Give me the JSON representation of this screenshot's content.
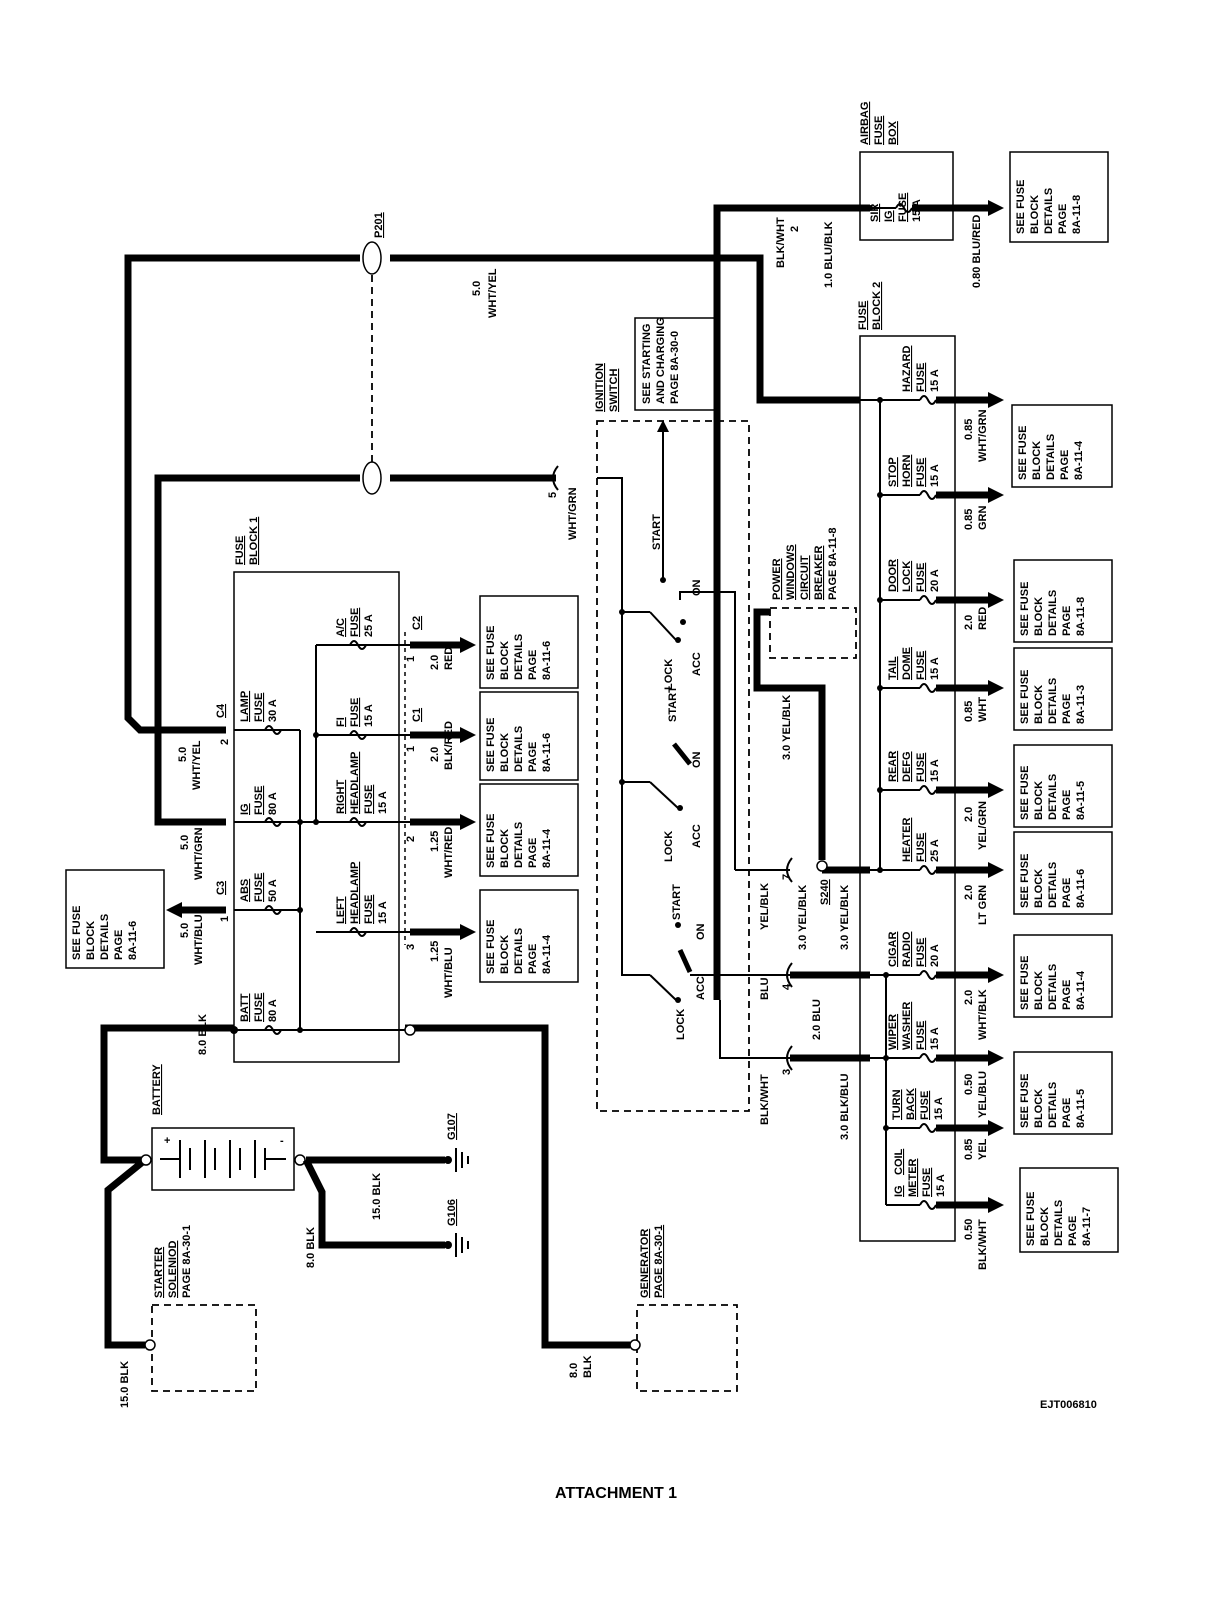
{
  "caption": "ATTACHMENT 1",
  "code": "EJT006810",
  "see_fuse": [
    "SEE FUSE",
    "BLOCK",
    "DETAILS",
    "PAGE"
  ],
  "ref_pages": {
    "c3": "8A-11-6",
    "c2": "8A-11-6",
    "c1": "8A-11-6",
    "hl_r": "8A-11-4",
    "c_blu": "8A-11-4",
    "airbag": "8A-11-8",
    "hazard": "8A-11-4",
    "door": "8A-11-8",
    "tail": "8A-11-3",
    "rear": "8A-11-5",
    "heater": "8A-11-6",
    "cigar": "8A-11-4",
    "wiper": "8A-11-5",
    "ig": "8A-11-7"
  },
  "components": {
    "battery": "BATTERY",
    "starter": [
      "STARTER",
      "SOLENIOD",
      "PAGE 8A-30-1"
    ],
    "generator": [
      "GENERATOR",
      "PAGE 8A-30-1"
    ],
    "g107": "G107",
    "g106": "G106",
    "p201": "P201",
    "s240": "S240",
    "fuse_block_1": [
      "FUSE",
      "BLOCK 1"
    ],
    "fuse_block_2": [
      "FUSE",
      "BLOCK 2"
    ],
    "airbag_box": [
      "AIRBAG",
      "FUSE",
      "BOX"
    ],
    "ignition": [
      "IGNITION",
      "SWITCH"
    ],
    "see_starting": [
      "SEE STARTING",
      "AND CHARGING",
      "PAGE 8A-30-0"
    ],
    "power_windows": [
      "POWER",
      "WINDOWS",
      "CIRCUIT",
      "BREAKER",
      "PAGE 8A-11-8"
    ]
  },
  "switch_labels": {
    "lock": "LOCK",
    "acc": "ACC",
    "on": "ON",
    "start": "START"
  },
  "fuses_block1": [
    {
      "name": [
        "BATT",
        "FUSE"
      ],
      "rating": "80 A"
    },
    {
      "name": [
        "ABS",
        "FUSE"
      ],
      "rating": "50 A"
    },
    {
      "name": [
        "IG",
        "FUSE"
      ],
      "rating": "80 A"
    },
    {
      "name": [
        "LAMP",
        "FUSE"
      ],
      "rating": "30 A"
    },
    {
      "name": [
        "LEFT",
        "HEADLAMP",
        "FUSE"
      ],
      "rating": "15 A"
    },
    {
      "name": [
        "RIGHT",
        "HEADLAMP",
        "FUSE"
      ],
      "rating": "15 A"
    },
    {
      "name": [
        "FI",
        "FUSE"
      ],
      "rating": "15 A"
    },
    {
      "name": [
        "A/C",
        "FUSE"
      ],
      "rating": "25 A"
    }
  ],
  "fuses_block2": [
    {
      "name": [
        "HAZARD",
        "FUSE"
      ],
      "rating": "15 A"
    },
    {
      "name": [
        "STOP",
        "HORN",
        "FUSE"
      ],
      "rating": "15 A"
    },
    {
      "name": [
        "DOOR",
        "LOCK",
        "FUSE"
      ],
      "rating": "20 A"
    },
    {
      "name": [
        "TAIL",
        "DOME",
        "FUSE"
      ],
      "rating": "15 A"
    },
    {
      "name": [
        "REAR",
        "DEFG",
        "FUSE"
      ],
      "rating": "15 A"
    },
    {
      "name": [
        "HEATER",
        "FUSE"
      ],
      "rating": "25 A"
    },
    {
      "name": [
        "CIGAR",
        "RADIO",
        "FUSE"
      ],
      "rating": "20 A"
    },
    {
      "name": [
        "WIPER",
        "WASHER",
        "FUSE"
      ],
      "rating": "15 A"
    },
    {
      "name": [
        "TURN",
        "BACK",
        "FUSE"
      ],
      "rating": "15 A"
    },
    {
      "name": [
        "IG",
        "COIL",
        "METER",
        "FUSE"
      ],
      "rating": "15 A"
    }
  ],
  "sir_fuse": {
    "name": [
      "SIR",
      "IG",
      "FUSE"
    ],
    "rating": "15 A"
  },
  "wires": {
    "w_8blk_batt": "8.0 BLK",
    "w_15blk": "15.0 BLK",
    "w_8blk_g": "8.0 BLK",
    "w_15blk_start": "15.0 BLK",
    "w_8blk_gen": [
      "8.0",
      "BLK"
    ],
    "w_5wht_blu": [
      "5.0",
      "WHT/BLU"
    ],
    "w_5wht_grn": [
      "5.0",
      "WHT/GRN"
    ],
    "w_5wht_yel": [
      "5.0",
      "WHT/YEL"
    ],
    "w_5wht_yel_top": [
      "5.0",
      "WHT/YEL"
    ],
    "w_5wht_grn_ign": "WHT/GRN",
    "w_2red": [
      "2.0",
      "RED"
    ],
    "w_2blkred": [
      "2.0",
      "BLK/RED"
    ],
    "w_125whtred": [
      "1.25",
      "WHT/RED"
    ],
    "w_125whtblu": [
      "1.25",
      "WHT/BLU"
    ],
    "w_blkwht": "BLK/WHT",
    "w_1blublk": "1.0 BLU/BLK",
    "w_08blured": "0.80 BLU/RED",
    "w_3yelblk": "3.0 YEL/BLK",
    "w_yelblk": "YEL/BLK",
    "w_3yelblk2": "3.0 YEL/BLK",
    "w_3yelblk3": "3.0 YEL/BLK",
    "w_blu": "BLU",
    "w_2blu": "2.0 BLU",
    "w_blkwht2": "BLK/WHT",
    "w_3blkblu": "3.0 BLK/BLU",
    "w_085whtgrn": [
      "0.85",
      "WHT/GRN"
    ],
    "w_085grn": [
      "0.85",
      "GRN"
    ],
    "w_2red2": [
      "2.0",
      "RED"
    ],
    "w_085wht": [
      "0.85",
      "WHT"
    ],
    "w_2yelgrn": [
      "2.0",
      "YEL/GRN"
    ],
    "w_2ltgrn": [
      "2.0",
      "LT GRN"
    ],
    "w_2whtblk": [
      "2.0",
      "WHT/BLK"
    ],
    "w_05yelblu": [
      "0.50",
      "YEL/BLU"
    ],
    "w_085yel": [
      "0.85",
      "YEL"
    ],
    "w_05blkwht": [
      "0.50",
      "BLK/WHT"
    ]
  },
  "connectors": {
    "c1": "C1",
    "c2": "C2",
    "c3": "C3",
    "c4": "C4",
    "pin1": "1",
    "pin2": "2",
    "pin3": "3",
    "pin4": "4",
    "pin5": "5",
    "pin7": "7"
  }
}
